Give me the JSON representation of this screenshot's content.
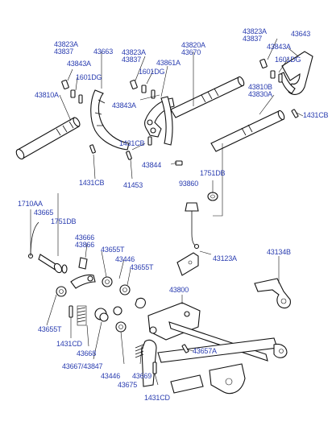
{
  "parts": [
    {
      "id": "p1",
      "text": "43823A"
    },
    {
      "id": "p2",
      "text": "43837"
    },
    {
      "id": "p3",
      "text": "43843A"
    },
    {
      "id": "p4",
      "text": "1601DG"
    },
    {
      "id": "p5",
      "text": "43810A"
    },
    {
      "id": "p6",
      "text": "43663"
    },
    {
      "id": "p7",
      "text": "43823A"
    },
    {
      "id": "p8",
      "text": "43837"
    },
    {
      "id": "p9",
      "text": "1601DG"
    },
    {
      "id": "p10",
      "text": "43843A"
    },
    {
      "id": "p11",
      "text": "43861A"
    },
    {
      "id": "p12",
      "text": "43820A"
    },
    {
      "id": "p13",
      "text": "43670"
    },
    {
      "id": "p14",
      "text": "43823A"
    },
    {
      "id": "p15",
      "text": "43837"
    },
    {
      "id": "p16",
      "text": "43643"
    },
    {
      "id": "p17",
      "text": "43843A"
    },
    {
      "id": "p18",
      "text": "1601DG"
    },
    {
      "id": "p19",
      "text": "43810B"
    },
    {
      "id": "p20",
      "text": "43830A"
    },
    {
      "id": "p21",
      "text": "1431CB"
    },
    {
      "id": "p22",
      "text": "1431CB"
    },
    {
      "id": "p23",
      "text": "43844"
    },
    {
      "id": "p24",
      "text": "1431CB"
    },
    {
      "id": "p25",
      "text": "41453"
    },
    {
      "id": "p26",
      "text": "1751DB"
    },
    {
      "id": "p27",
      "text": "93860"
    },
    {
      "id": "p28",
      "text": "1710AA"
    },
    {
      "id": "p29",
      "text": "43665"
    },
    {
      "id": "p30",
      "text": "1751DB"
    },
    {
      "id": "p31",
      "text": "43666"
    },
    {
      "id": "p32",
      "text": "43866"
    },
    {
      "id": "p33",
      "text": "43655T"
    },
    {
      "id": "p34",
      "text": "43446"
    },
    {
      "id": "p35",
      "text": "43655T"
    },
    {
      "id": "p36",
      "text": "43123A"
    },
    {
      "id": "p37",
      "text": "43134B"
    },
    {
      "id": "p38",
      "text": "43800"
    },
    {
      "id": "p39",
      "text": "43655T"
    },
    {
      "id": "p40",
      "text": "1431CD"
    },
    {
      "id": "p41",
      "text": "43668"
    },
    {
      "id": "p42",
      "text": "43667/43847"
    },
    {
      "id": "p43",
      "text": "43446"
    },
    {
      "id": "p44",
      "text": "43669"
    },
    {
      "id": "p45",
      "text": "43675"
    },
    {
      "id": "p46",
      "text": "43657A"
    },
    {
      "id": "p47",
      "text": "1431CD"
    }
  ]
}
